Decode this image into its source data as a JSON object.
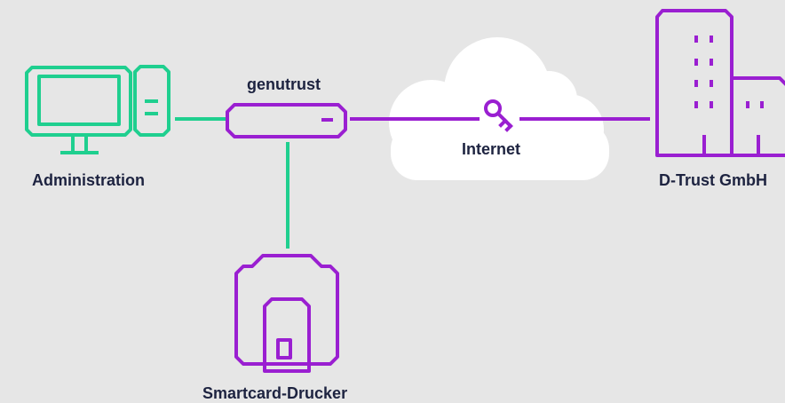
{
  "colors": {
    "background": "#e6e6e6",
    "green": "#1fcf8f",
    "purple": "#9a1fd1",
    "cloud": "#ffffff",
    "text": "#1d2340"
  },
  "nodes": {
    "administration": {
      "label": "Administration",
      "icon": "desktop-computer-icon"
    },
    "genutrust": {
      "label": "genutrust",
      "icon": "network-appliance-icon"
    },
    "internet": {
      "label": "Internet",
      "icon": "cloud-icon"
    },
    "dtrust": {
      "label": "D-Trust GmbH",
      "icon": "office-building-icon"
    },
    "printer": {
      "label": "Smartcard-Drucker",
      "icon": "smartcard-printer-icon"
    }
  },
  "connections": [
    {
      "from": "Administration",
      "to": "genutrust",
      "color": "#1fcf8f"
    },
    {
      "from": "genutrust",
      "to": "Smartcard-Drucker",
      "color": "#1fcf8f"
    },
    {
      "from": "genutrust",
      "to": "D-Trust GmbH",
      "color": "#9a1fd1",
      "icon": "key-icon"
    }
  ]
}
